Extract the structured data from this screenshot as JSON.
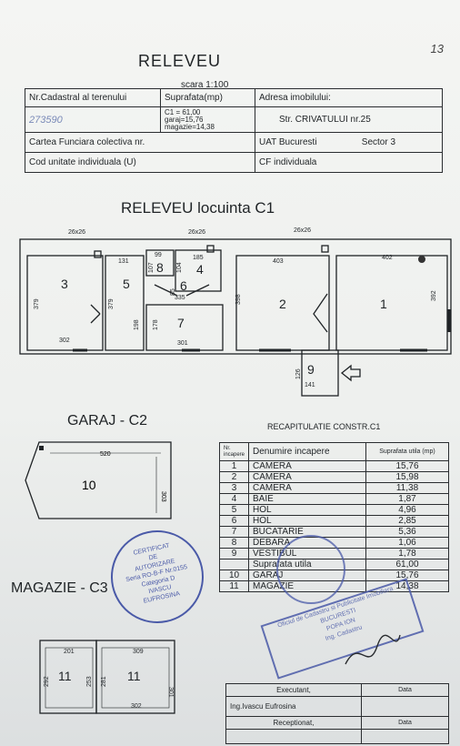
{
  "page_number": "13",
  "title": "RELEVEU",
  "scale": "scara 1:100",
  "header_table": {
    "cadastral_label": "Nr.Cadastral al terenului",
    "cadastral_value": "273590",
    "surface_label": "Suprafata(mp)",
    "surface_c1": "C1 = 61,00",
    "surface_garaj": "garaj=15,76",
    "surface_magazie": "magazie=14,38",
    "address_label": "Adresa imobilului:",
    "address_value": "Str. CRIVATULUI nr.25",
    "cf_colectiva": "Cartea Funciara colectiva nr.",
    "uat": "UAT Bucuresti",
    "sector": "Sector  3",
    "cod_unitate": "Cod unitate individuala (U)",
    "cf_individuala": "CF individuala"
  },
  "plan_c1": {
    "title": "RELEVEU  locuinta C1",
    "dims": [
      "26x26",
      "26x26",
      "26x26",
      "131",
      "99",
      "185",
      "403",
      "402",
      "107",
      "104",
      "85",
      "335",
      "379",
      "379",
      "198",
      "178",
      "398",
      "392",
      "302",
      "301",
      "126",
      "141"
    ],
    "rooms": [
      "3",
      "5",
      "8",
      "4",
      "6",
      "7",
      "2",
      "1",
      "9"
    ]
  },
  "garaj": {
    "title": "GARAJ - C2",
    "room": "10",
    "dim_w": "520",
    "dim_h": "303"
  },
  "magazie": {
    "title": "MAGAZIE - C3",
    "rooms": [
      "11",
      "11"
    ],
    "dims": [
      "201",
      "309",
      "292",
      "253",
      "281",
      "301",
      "302"
    ]
  },
  "recap": {
    "title": "RECAPITULATIE CONSTR.C1",
    "headers": [
      "Nr. incapere",
      "Denumire incapere",
      "Suprafata utila (mp)"
    ],
    "rows": [
      [
        "1",
        "CAMERA",
        "15,76"
      ],
      [
        "2",
        "CAMERA",
        "15,98"
      ],
      [
        "3",
        "CAMERA",
        "11,38"
      ],
      [
        "4",
        "BAIE",
        "1,87"
      ],
      [
        "5",
        "HOL",
        "4,96"
      ],
      [
        "6",
        "HOL",
        "2,85"
      ],
      [
        "7",
        "BUCATARIE",
        "5,36"
      ],
      [
        "8",
        "DEBARA",
        "1,06"
      ],
      [
        "9",
        "VESTIBUL",
        "1,78"
      ],
      [
        "",
        "Suprafata utila",
        "61,00"
      ],
      [
        "10",
        "GARAJ",
        "15,76"
      ],
      [
        "11",
        "MAGAZIE",
        "14,38"
      ]
    ]
  },
  "signatures": {
    "executant": "Executant,",
    "data1": "Data",
    "name": "Ing.Ivascu Eufrosina",
    "receptionat": "Receptionat,",
    "data2": "Data"
  },
  "stamps": {
    "certificat_lines": [
      "CERTIFICAT",
      "DE",
      "AUTORIZARE",
      "Seria RO-B-F Nr.0155",
      "Categoria D",
      "IVASCU",
      "EUFROSINA"
    ],
    "oficiu_lines": [
      "Oficiul de Cadastru si Publicitate Imobiliara",
      "BUCURESTI",
      "POPA ION",
      "Ing. Cadastru"
    ]
  },
  "colors": {
    "ink": "#1f2326",
    "stamp": "#4a5aa8",
    "paper": "#f2f3f1"
  }
}
